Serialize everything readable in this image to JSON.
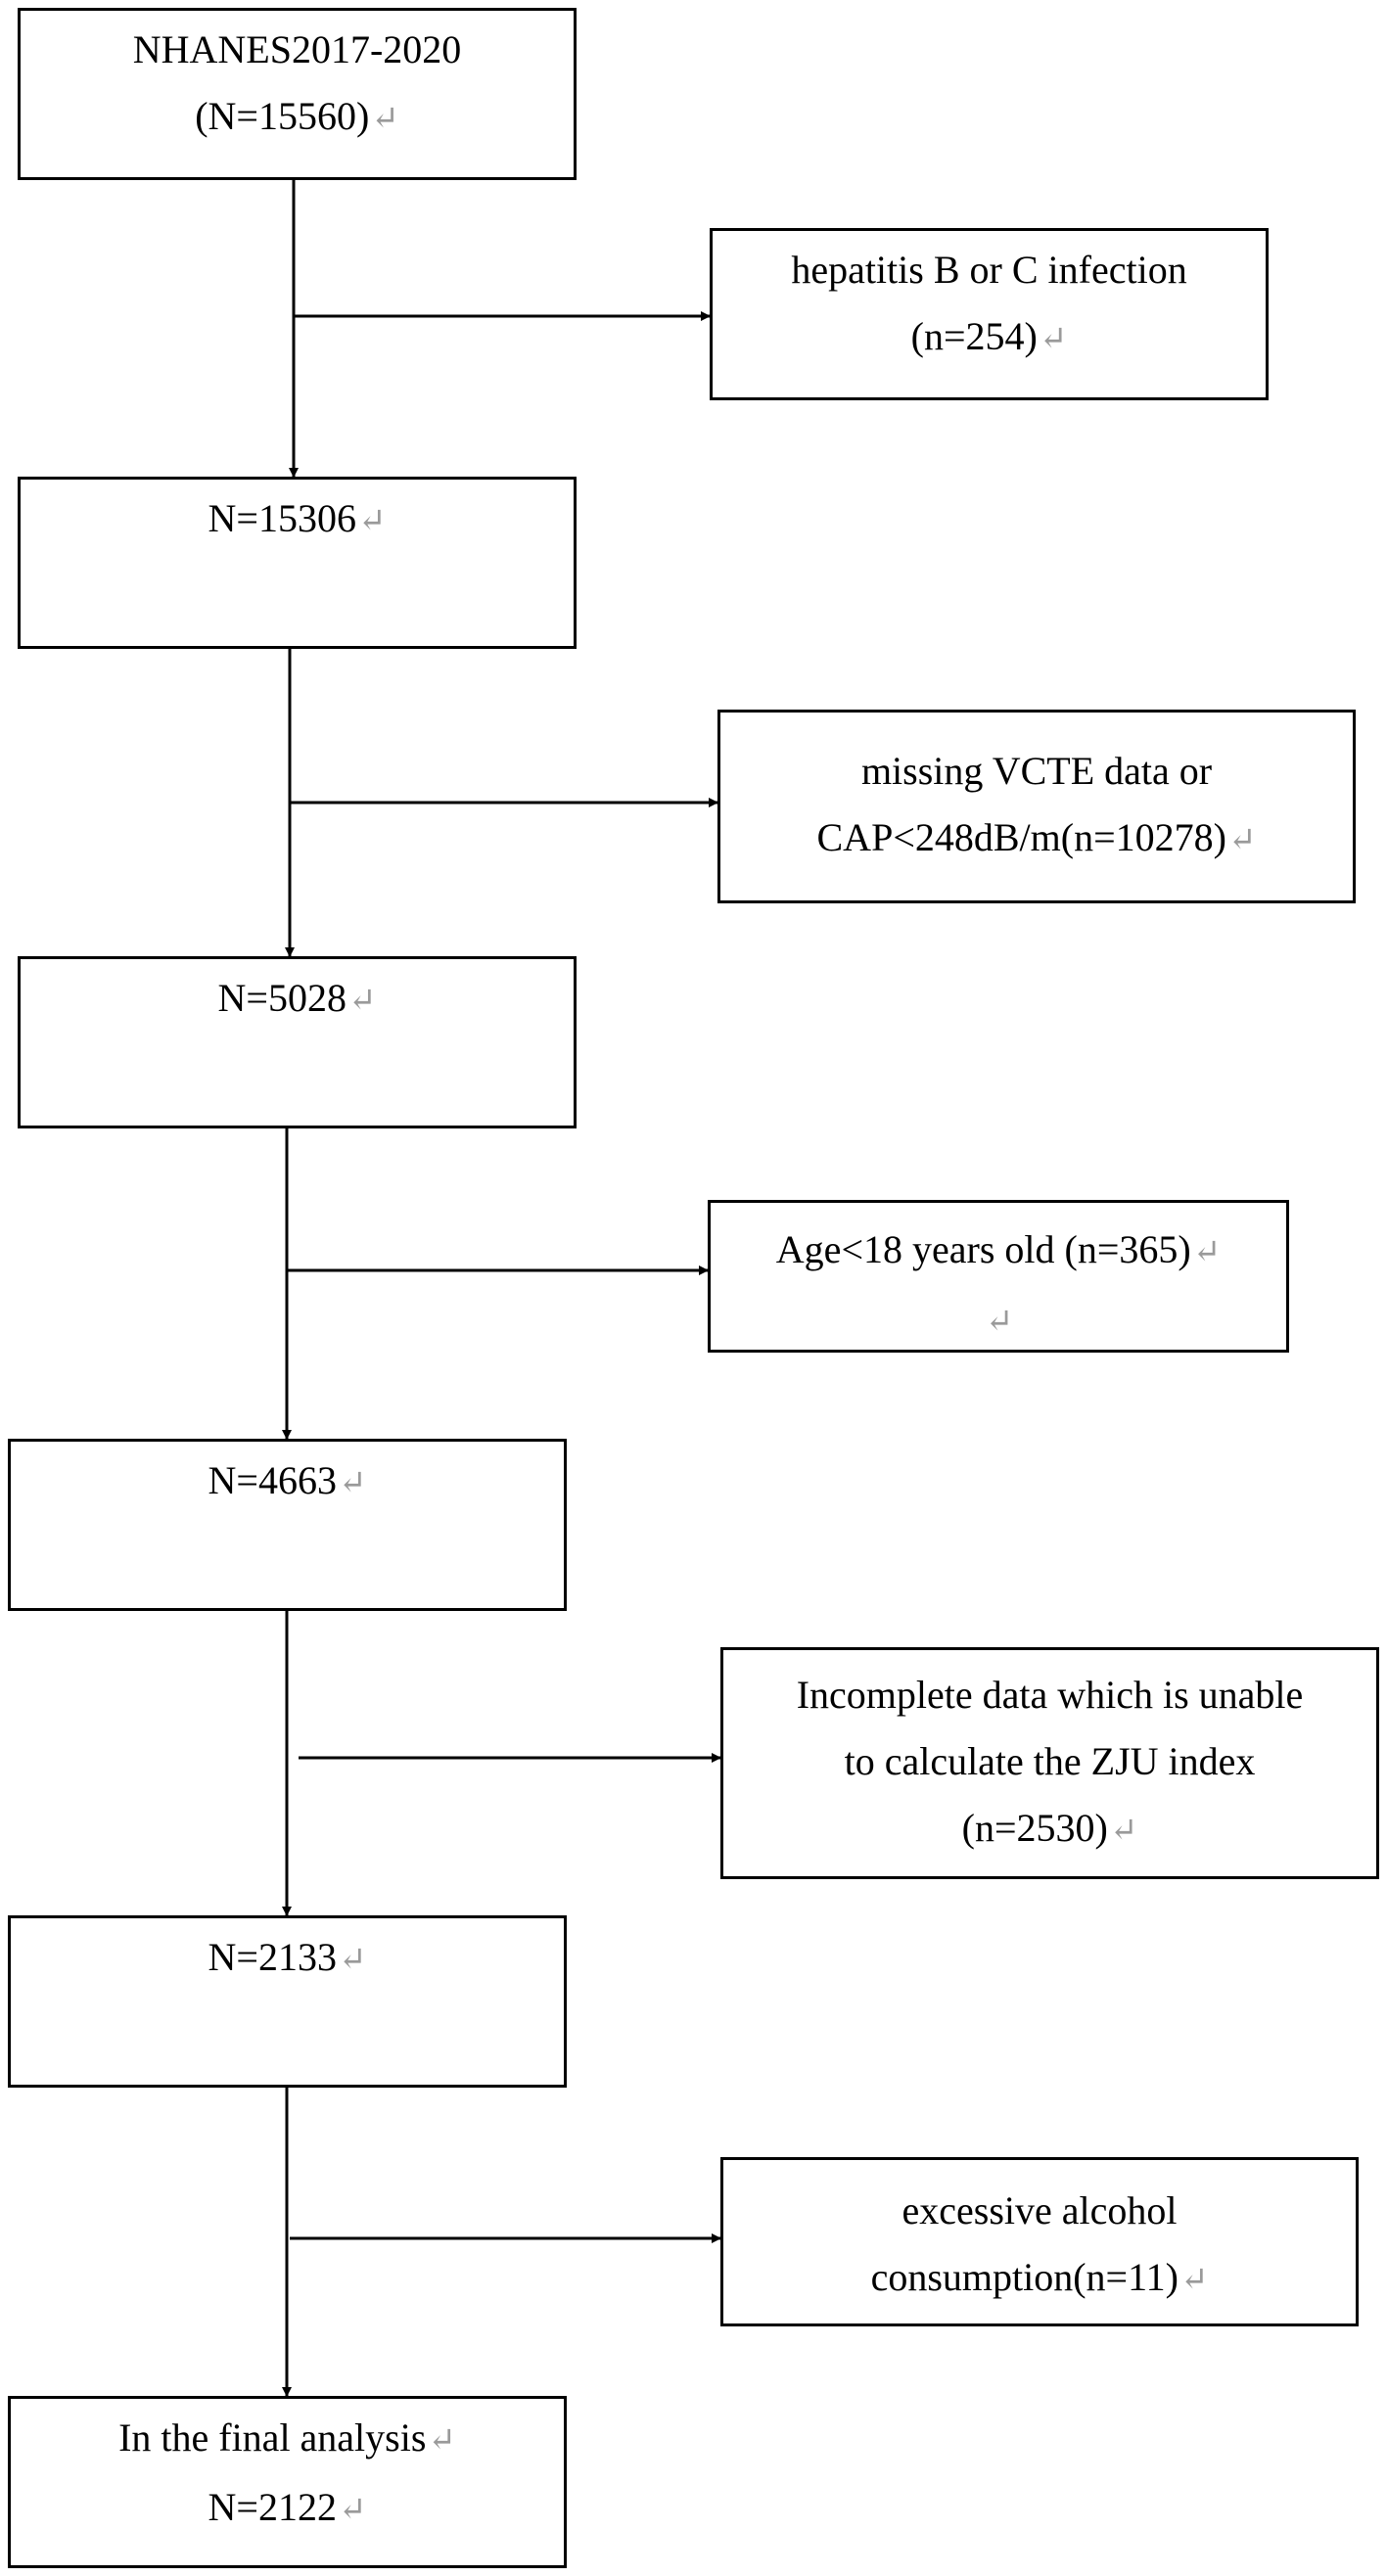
{
  "main_boxes": [
    {
      "lines": [
        "NHANES2017-2020",
        "(N=15560)"
      ]
    },
    {
      "lines": [
        "N=15306"
      ]
    },
    {
      "lines": [
        "N=5028"
      ]
    },
    {
      "lines": [
        "N=4663"
      ]
    },
    {
      "lines": [
        "N=2133"
      ]
    },
    {
      "lines": [
        "In the final analysis",
        "N=2122"
      ]
    }
  ],
  "exclusion_boxes": [
    {
      "lines": [
        "hepatitis B or C infection",
        "(n=254)"
      ]
    },
    {
      "lines": [
        "missing VCTE data or",
        "CAP<248dB/m(n=10278)"
      ]
    },
    {
      "lines": [
        "Age<18 years old (n=365)",
        ""
      ]
    },
    {
      "lines": [
        "Incomplete data which is unable",
        "to calculate the ZJU index",
        "(n=2530)"
      ]
    },
    {
      "lines": [
        "excessive alcohol",
        "consumption(n=11)"
      ]
    }
  ],
  "paragraph_mark": "↵",
  "colors": {
    "stroke": "#000000",
    "paragraph_mark": "#9a9a9a"
  }
}
